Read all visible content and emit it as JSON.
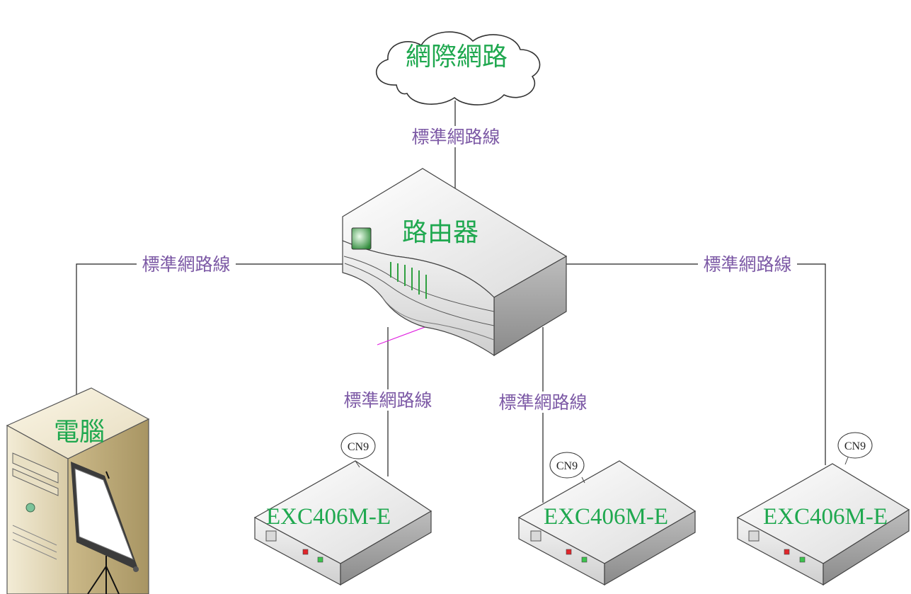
{
  "nodes": {
    "internet": "網際網路",
    "router": "路由器",
    "computer": "電腦",
    "device_left": "EXC406M-E",
    "device_mid": "EXC406M-E",
    "device_right": "EXC406M-E"
  },
  "cables": {
    "internet_router": "標準網路線",
    "router_computer": "標準網路線",
    "router_right": "標準網路線",
    "router_device_left": "標準網路線",
    "router_device_mid": "標準網路線"
  },
  "ports": {
    "device_left": "CN9",
    "device_mid": "CN9",
    "device_right": "CN9"
  },
  "colors": {
    "node_label": "#1fa84f",
    "cable_label": "#7d5aa6",
    "accent_magenta": "#e020e0"
  }
}
